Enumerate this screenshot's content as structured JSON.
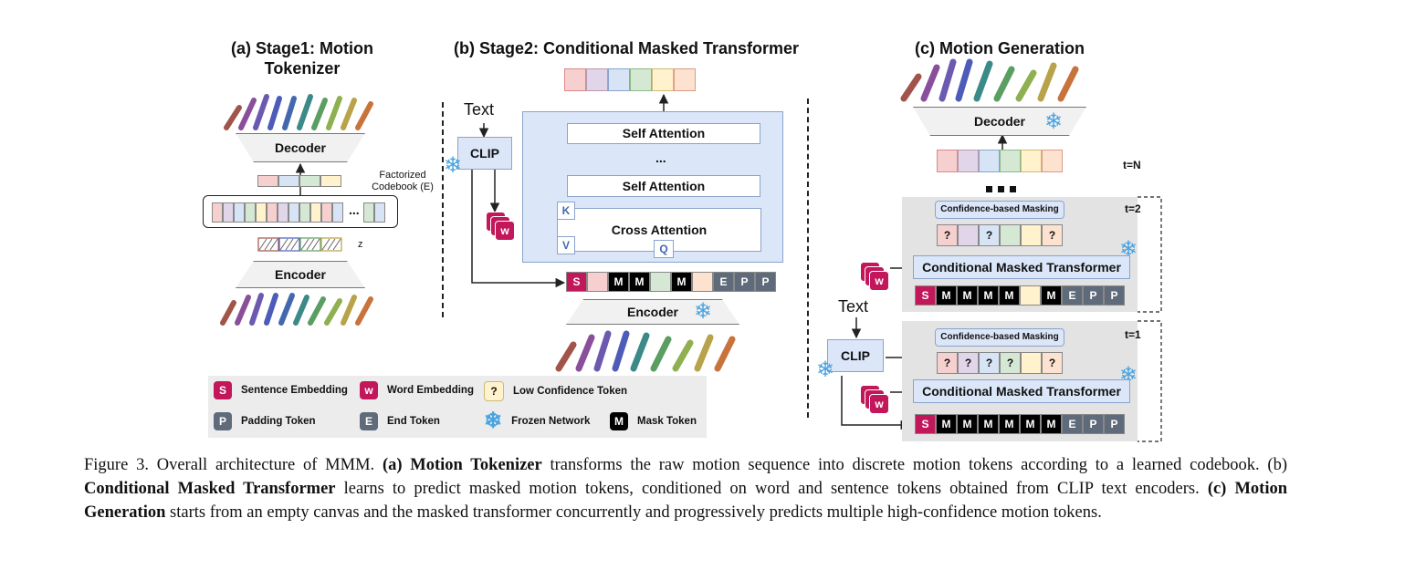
{
  "panel_a": {
    "title": "(a) Stage1: Motion Tokenizer",
    "decoder": "Decoder",
    "encoder": "Encoder",
    "codebook_label": "Factorized Codebook (E)",
    "z_label": "z",
    "ellipsis": "..."
  },
  "panel_b": {
    "title": "(b) Stage2: Conditional Masked Transformer",
    "text_label": "Text",
    "clip_label": "CLIP",
    "self_attention_1": "Self Attention",
    "self_attention_2": "Self Attention",
    "dots": "...",
    "cross_attention": "Cross Attention",
    "k": "K",
    "v": "V",
    "q": "Q",
    "w": "w",
    "encoder": "Encoder",
    "tokens": [
      "S",
      "",
      "M",
      "M",
      "",
      "M",
      "",
      "E",
      "P",
      "P"
    ]
  },
  "panel_c": {
    "title": "(c)  Motion Generation",
    "decoder": "Decoder",
    "tN": "t=N",
    "t2": "t=2",
    "t1": "t=1",
    "conf_mask_2": "Confidence-based Masking",
    "conf_mask_1": "Confidence-based Masking",
    "cmt_2": "Conditional Masked Transformer",
    "cmt_1": "Conditional Masked Transformer",
    "text_label": "Text",
    "clip_label": "CLIP",
    "w": "w",
    "pred_t2": [
      "?",
      "",
      "?",
      "",
      "",
      "?"
    ],
    "pred_t1": [
      "?",
      "?",
      "?",
      "?",
      "",
      "?"
    ],
    "input_t2": [
      "S",
      "M",
      "M",
      "M",
      "M",
      "",
      "M",
      "E",
      "P",
      "P"
    ],
    "input_t1": [
      "S",
      "M",
      "M",
      "M",
      "M",
      "M",
      "M",
      "E",
      "P",
      "P"
    ]
  },
  "legend": {
    "sentence": "Sentence Embedding",
    "word": "Word Embedding",
    "low_conf": "Low Confidence Token",
    "padding": "Padding Token",
    "end": "End Token",
    "frozen": "Frozen Network",
    "mask": "Mask Token",
    "s": "S",
    "w": "w",
    "q": "?",
    "p": "P",
    "e": "E",
    "m": "M"
  },
  "caption": {
    "prefix": "Figure 3.  Overall architecture of MMM. ",
    "a_bold": "(a) Motion Tokenizer",
    "a_text": " transforms the raw motion sequence into discrete motion tokens according to a learned codebook. (b) ",
    "b_bold": "Conditional Masked Transformer",
    "b_text": " learns to predict masked motion tokens, conditioned on word and sentence tokens obtained from CLIP text encoders.  ",
    "c_bold": "(c) Motion Generation",
    "c_text": " starts from an empty canvas and the masked transformer concurrently and progressively predicts multiple high-confidence motion tokens."
  },
  "colors": {
    "sentence": "#c2185b",
    "mask": "#000000",
    "pad": "#5f6b7a",
    "blue_box": "#dbe6f8",
    "snow": "#4aa3e0",
    "tok_red": "#f6cfcf",
    "tok_purple": "#e1d5ea",
    "tok_blue": "#d7e4f6",
    "tok_green": "#d5e8d4",
    "tok_yellow": "#fff2cc",
    "tok_orange": "#fde2cf"
  }
}
